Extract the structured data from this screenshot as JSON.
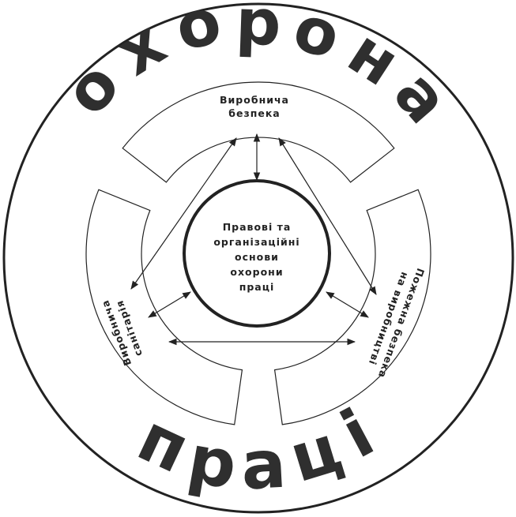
{
  "title_top": [
    "о",
    "х",
    "о",
    "р",
    "о",
    "н",
    "а"
  ],
  "title_bottom": [
    "п",
    "р",
    "а",
    "ц",
    "і"
  ],
  "center": {
    "lines": [
      "Правові та",
      "організаційні",
      "основи",
      "охорони",
      "праці"
    ]
  },
  "sectors": {
    "top": {
      "lines": [
        "Виробнича",
        "безпека"
      ]
    },
    "left": {
      "lines": [
        "Виробнича",
        "санітарія"
      ]
    },
    "right": {
      "lines": [
        "Пожежна безпека",
        "на виробництві"
      ]
    }
  },
  "colors": {
    "stroke": "#222222",
    "title": "#2f2f2f",
    "background": "#ffffff"
  }
}
